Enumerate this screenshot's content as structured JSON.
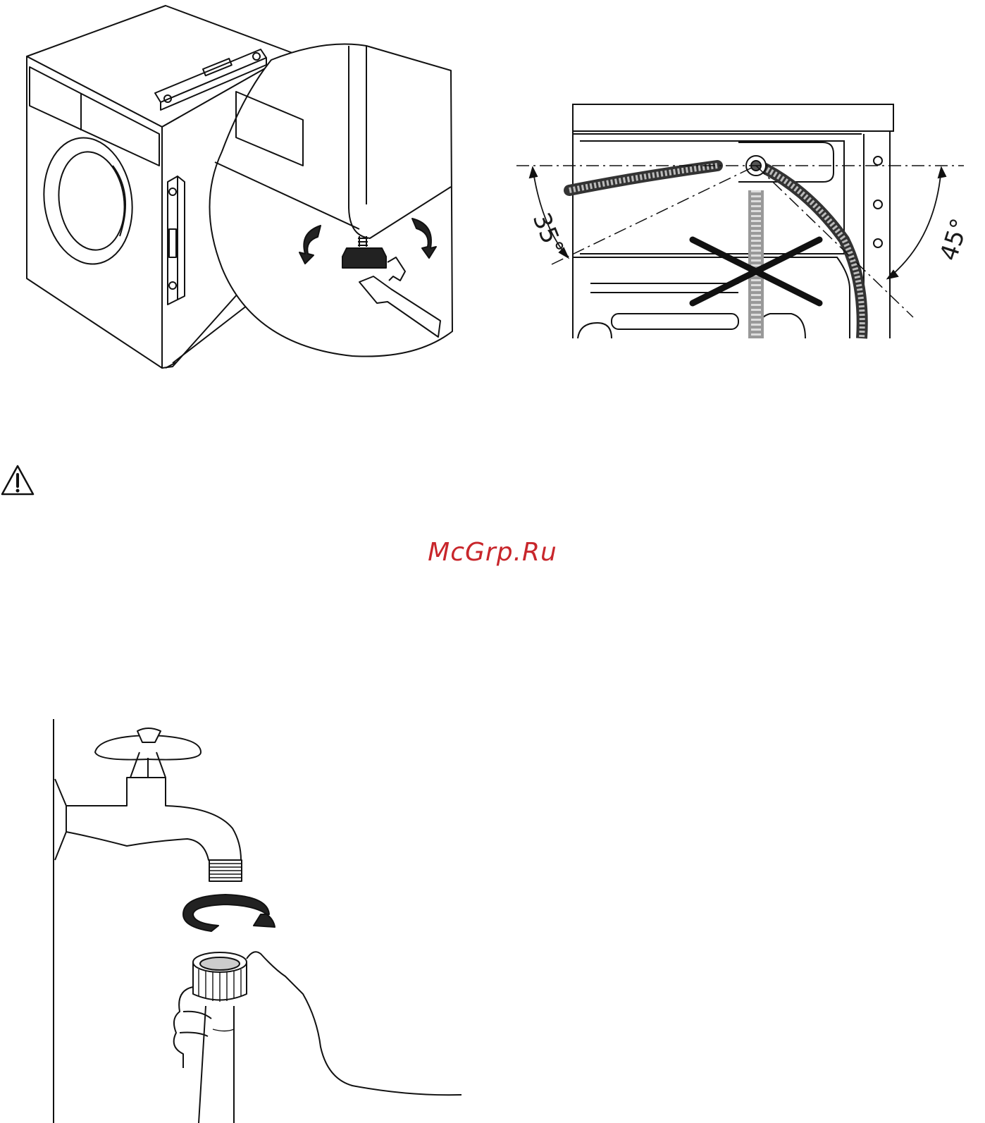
{
  "watermark": {
    "text": "McGrp.Ru",
    "color": "#c8262b"
  },
  "hose_diagram": {
    "angle_left": "35°",
    "angle_right": "45°"
  },
  "icons": {
    "warning": "warning-triangle-icon"
  }
}
